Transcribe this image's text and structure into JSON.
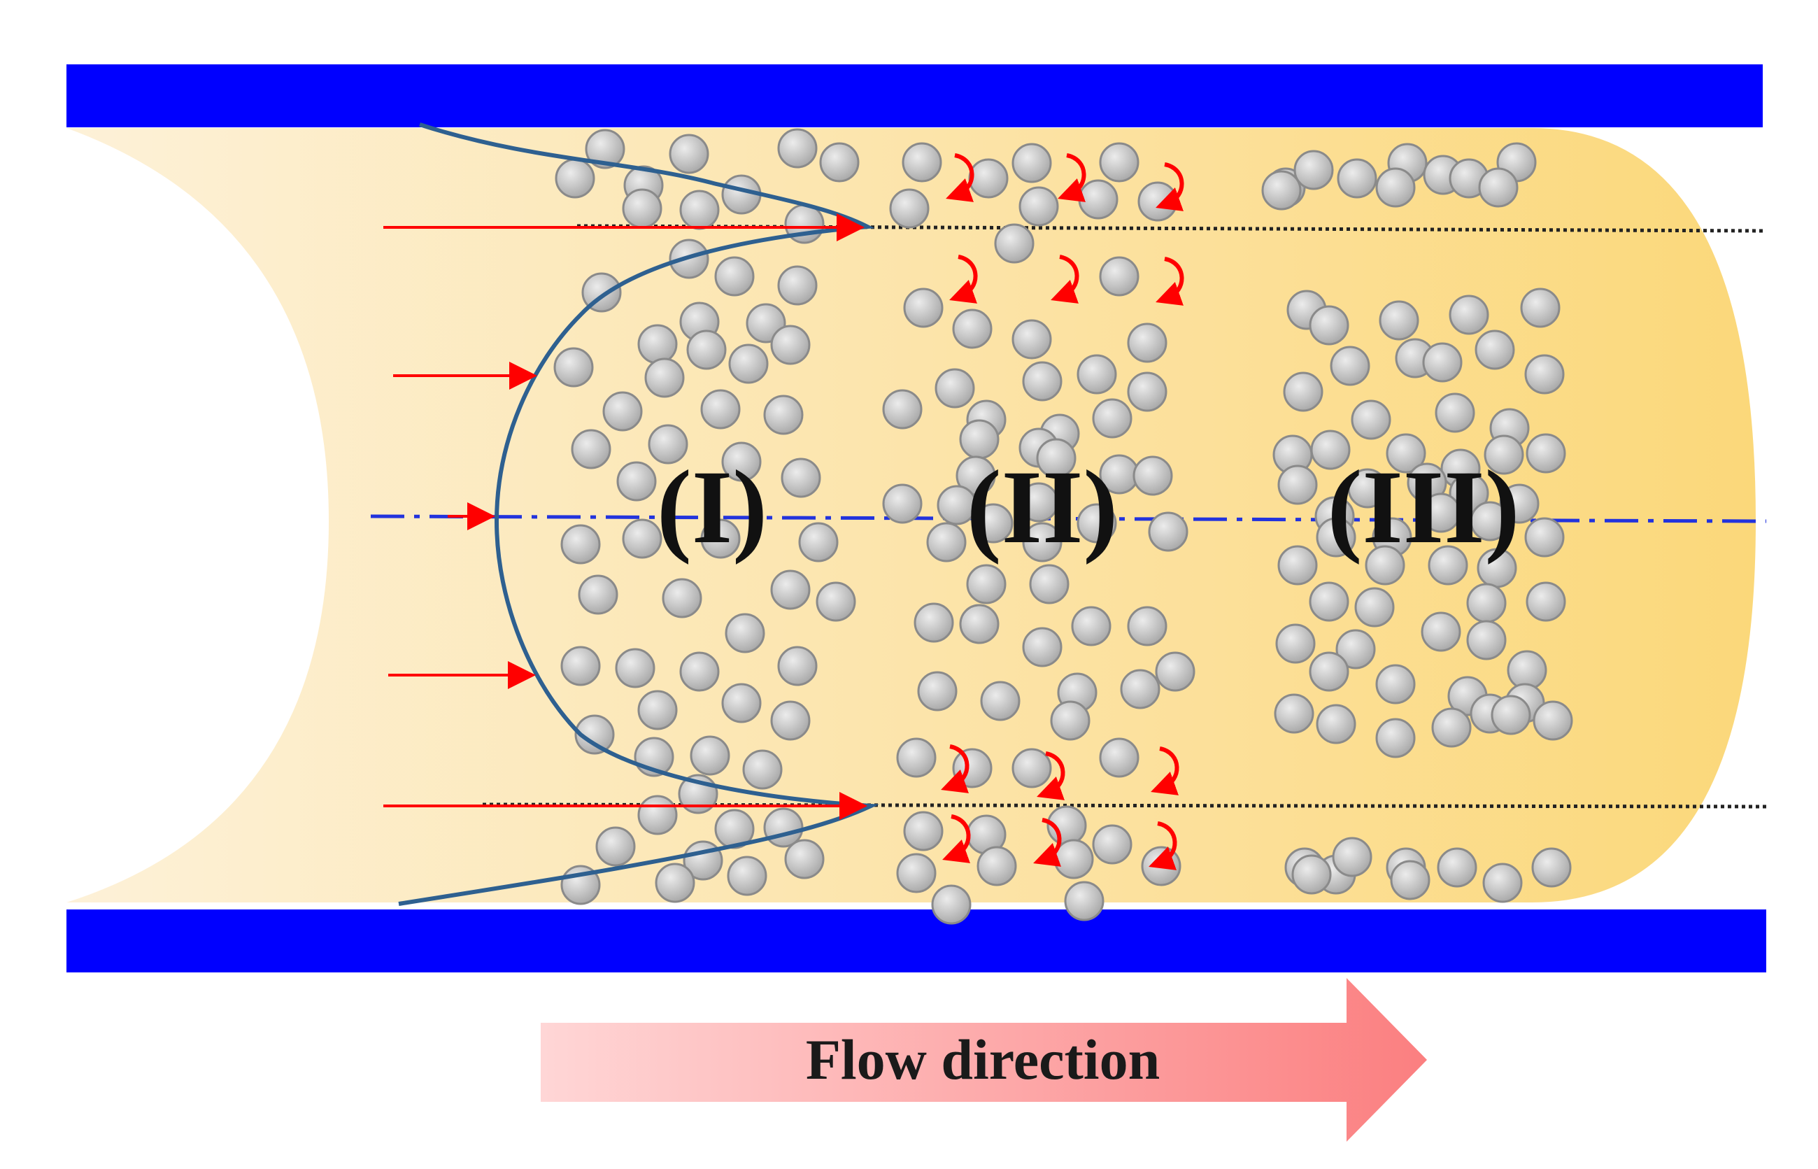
{
  "labels": {
    "region_1": "(I)",
    "region_2": "(II)",
    "region_3": "(III)",
    "flow_direction": "Flow direction"
  },
  "colors": {
    "wall": "#0000ff",
    "fluid_light": "#fdf0d5",
    "fluid_dark": "#fbd87a",
    "particle_fill": "#c4c4c4",
    "particle_stroke": "#8a8a8a",
    "profile_curve": "#2e6090",
    "velocity_arrow": "#ff0000",
    "rotation_arrow": "#ff0000",
    "centerline": "#2233dd",
    "flow_arrow_start": "#ffd6d6",
    "flow_arrow_end": "#fb7f80"
  },
  "icons": {
    "particle": "particle-icon",
    "rotation": "rotation-arrow-icon",
    "velocity": "velocity-arrow-icon"
  }
}
